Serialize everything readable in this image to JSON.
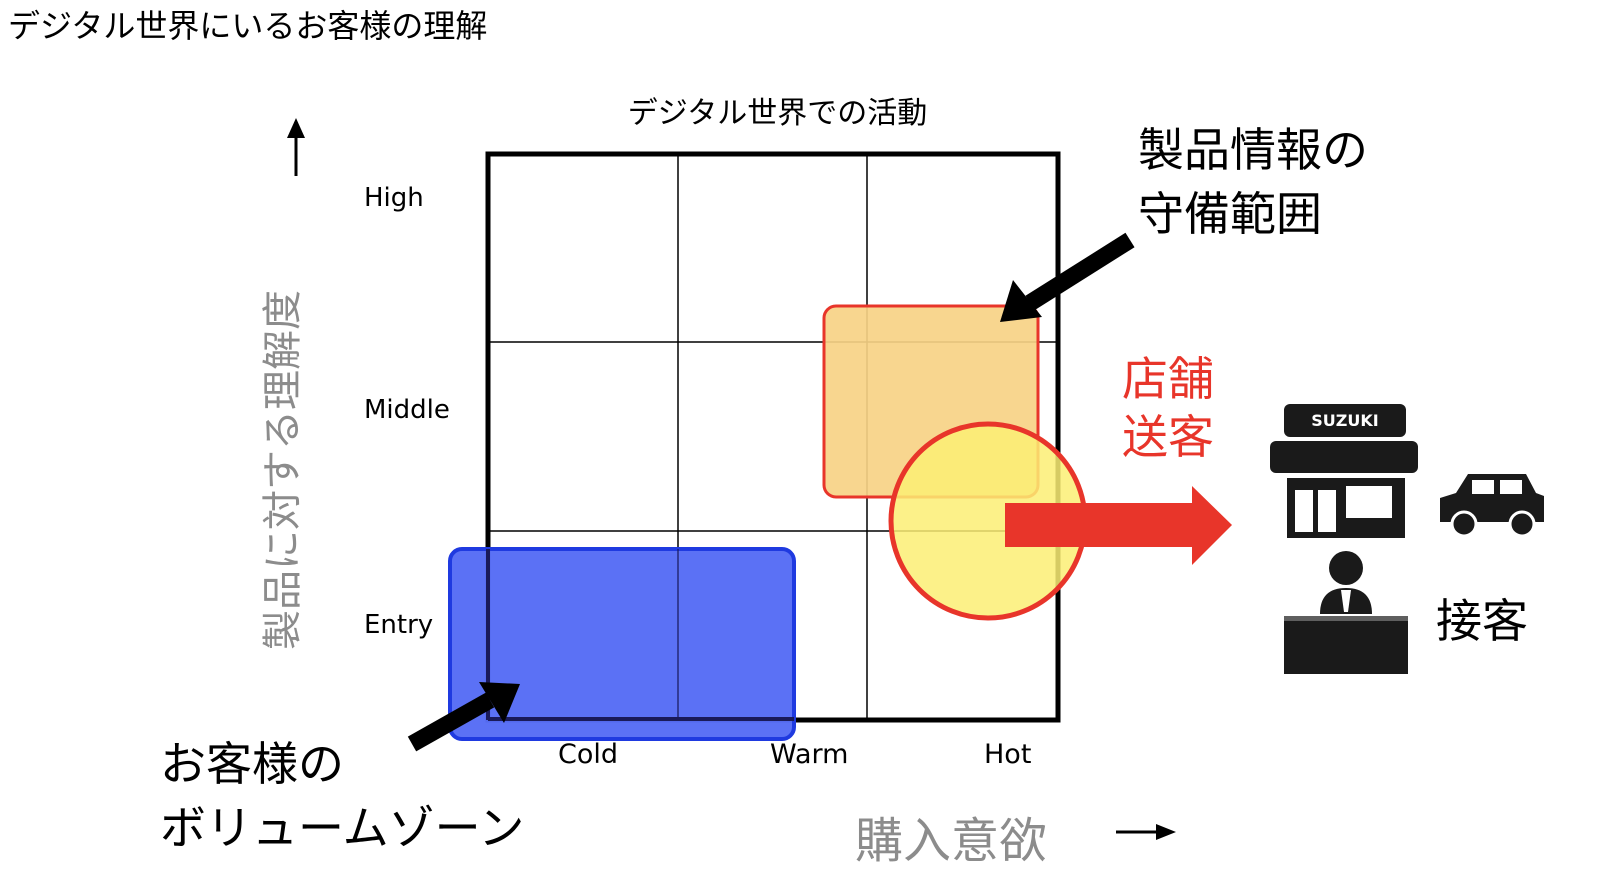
{
  "title": "デジタル世界にいるお客様の理解",
  "matrix": {
    "title": "デジタル世界での活動",
    "rows": [
      "High",
      "Middle",
      "Entry"
    ],
    "columns": [
      "Cold",
      "Warm",
      "Hot"
    ]
  },
  "axes": {
    "y_label": "製品に対する理解度",
    "x_label": "購入意欲"
  },
  "callouts": {
    "product_info": [
      "製品情報の",
      "守備範囲"
    ],
    "store_visit": [
      "店舗",
      "送客"
    ],
    "customer_service": "接客",
    "volume_zone": [
      "お客様の",
      "ボリュームゾーン"
    ]
  },
  "store_sign": "SUZUKI",
  "icons": [
    "arrow-up-icon",
    "arrow-right-icon",
    "store-icon",
    "car-icon",
    "clerk-icon"
  ],
  "colors": {
    "product_range_fill": "#f7d386",
    "product_range_border": "#e8352a",
    "volume_zone_fill": "#566cf5",
    "volume_zone_border": "#1f3ae0",
    "store_circle_fill": "#fbee74",
    "store_circle_border": "#e8352a",
    "store_arrow": "#e8352a",
    "axis_label_gray": "#8c8c8c"
  }
}
